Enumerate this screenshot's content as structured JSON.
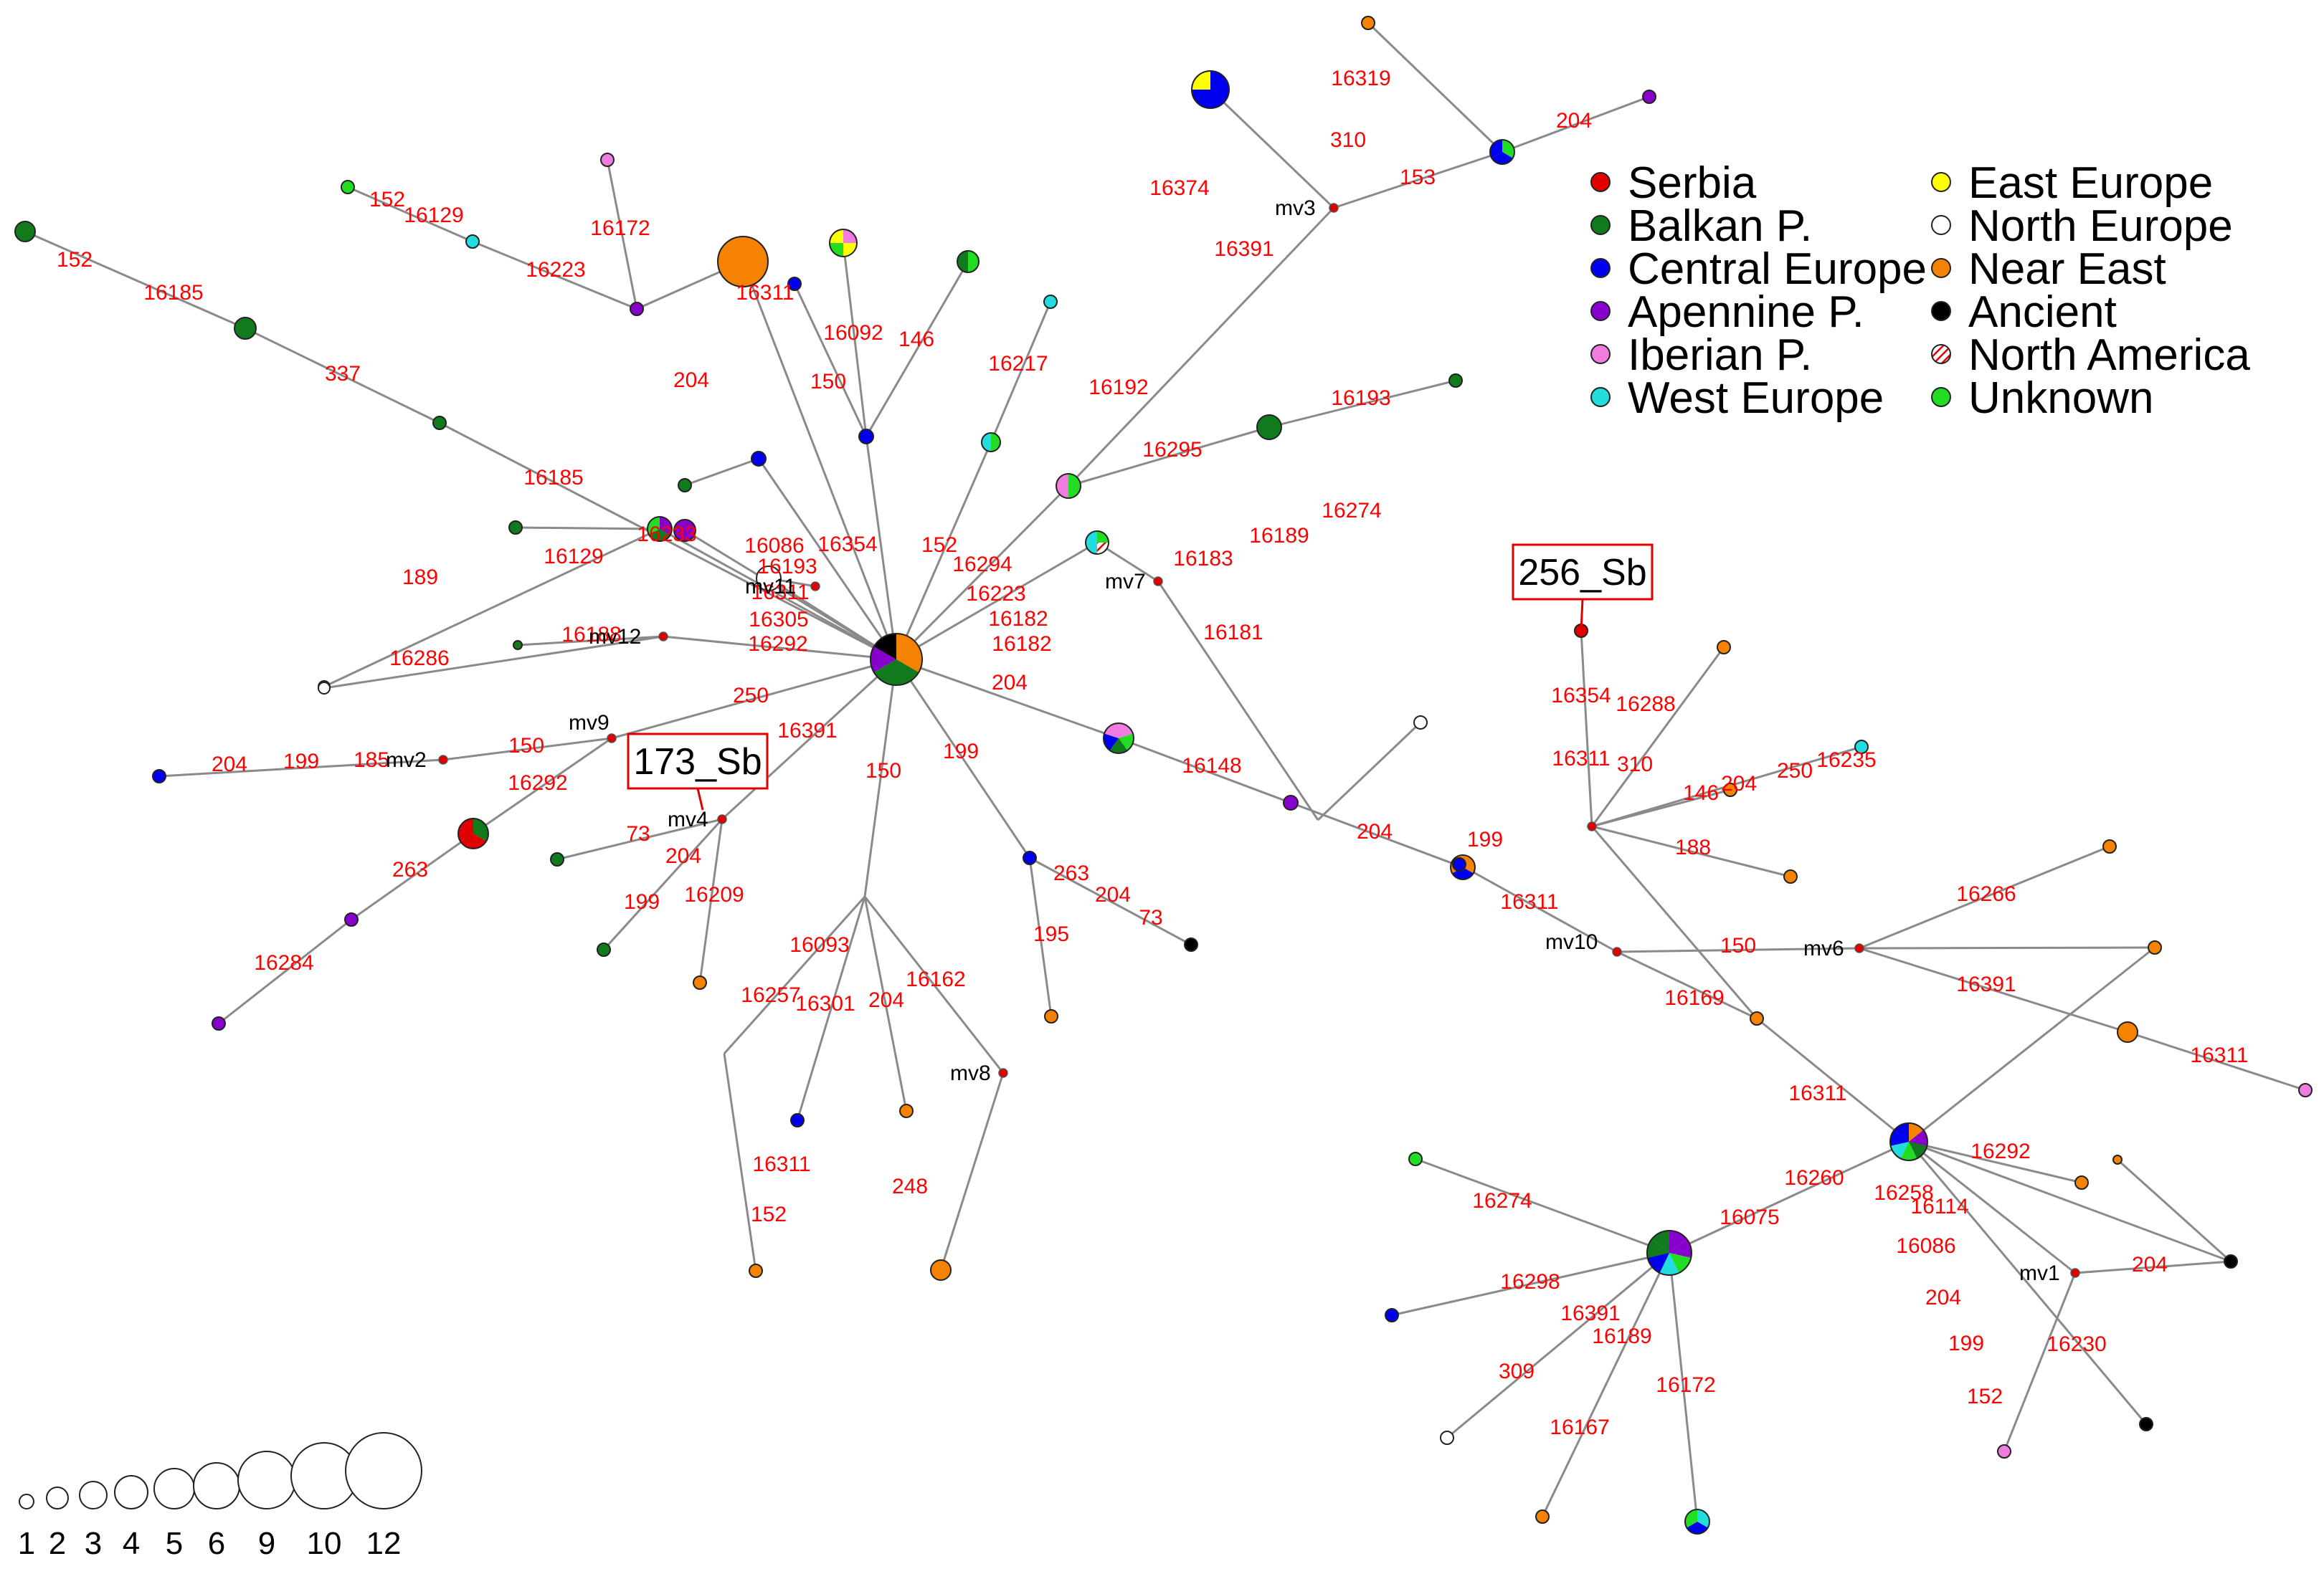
{
  "colors": {
    "serbia": "#e00000",
    "balkan": "#117a1d",
    "central": "#0000ee",
    "apennine": "#8800cc",
    "iberian": "#f07ce0",
    "west": "#22dddd",
    "east": "#ffff00",
    "north": "#ffffff",
    "near": "#f58200",
    "ancient": "#000000",
    "namerica": "#ffffff",
    "unknown": "#22dd22",
    "mutation": "#ff0000",
    "edge": "#8a8a8a"
  },
  "legend": [
    {
      "key": "serbia",
      "label": "Serbia",
      "pattern": "solid"
    },
    {
      "key": "balkan",
      "label": "Balkan P.",
      "pattern": "solid"
    },
    {
      "key": "central",
      "label": "Central Europe",
      "pattern": "solid"
    },
    {
      "key": "apennine",
      "label": "Apennine P.",
      "pattern": "solid"
    },
    {
      "key": "iberian",
      "label": "Iberian P.",
      "pattern": "solid"
    },
    {
      "key": "west",
      "label": "West Europe",
      "pattern": "solid"
    },
    {
      "key": "east",
      "label": "East Europe",
      "pattern": "solid"
    },
    {
      "key": "north",
      "label": "North Europe",
      "pattern": "open"
    },
    {
      "key": "near",
      "label": "Near East",
      "pattern": "solid"
    },
    {
      "key": "ancient",
      "label": "Ancient",
      "pattern": "solid"
    },
    {
      "key": "namerica",
      "label": "North America",
      "pattern": "striped"
    },
    {
      "key": "unknown",
      "label": "Unknown",
      "pattern": "solid"
    }
  ],
  "size_scale": [
    "1",
    "2",
    "3",
    "4",
    "5",
    "6",
    "9",
    "10",
    "12"
  ],
  "callouts": [
    "173_Sb",
    "256_Sb"
  ],
  "median_vectors": [
    "mv1",
    "mv2",
    "mv3",
    "mv4",
    "mv6",
    "mv7",
    "mv8",
    "mv9",
    "mv10",
    "mv11",
    "mv12"
  ],
  "mutation_labels": [
    "152",
    "16185",
    "337",
    "16185",
    "16233",
    "16086",
    "16354",
    "152",
    "16193",
    "16311",
    "16305",
    "16292",
    "152",
    "16129",
    "16223",
    "16172",
    "204",
    "16311",
    "16092",
    "146",
    "150",
    "16217",
    "16192",
    "16374",
    "16391",
    "16319",
    "310",
    "153",
    "204",
    "16193",
    "16295",
    "16294",
    "16223",
    "16182",
    "16182",
    "16183",
    "16189",
    "16274",
    "16181",
    "16129",
    "189",
    "16188",
    "16286",
    "250",
    "16391",
    "150",
    "185",
    "199",
    "204",
    "16292",
    "263",
    "16284",
    "73",
    "204",
    "16209",
    "199",
    "150",
    "199",
    "204",
    "16148",
    "204",
    "263",
    "204",
    "73",
    "195",
    "16093",
    "16162",
    "16257",
    "16301",
    "204",
    "16311",
    "152",
    "248",
    "16354",
    "16311",
    "310",
    "16288",
    "146",
    "204",
    "250",
    "16235",
    "188",
    "199",
    "16311",
    "150",
    "16169",
    "16311",
    "16266",
    "16391",
    "16311",
    "16260",
    "16075",
    "16274",
    "16298",
    "16391",
    "16189",
    "309",
    "16167",
    "16172",
    "16292",
    "16258",
    "16114",
    "16086",
    "204",
    "199",
    "152",
    "204",
    "16230"
  ]
}
